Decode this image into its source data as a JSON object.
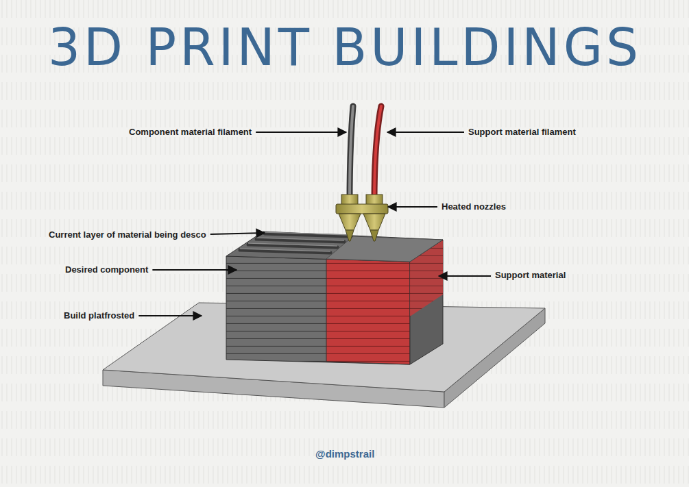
{
  "diagram": {
    "title": "3D PRINT BUILDINGS",
    "labels": [
      "Component material filament",
      "Support material filament",
      "Heated nozzles",
      "Current layer of material being desco",
      "Desired component",
      "Support material",
      "Build platfrosted",
      "@dimpstrail"
    ]
  }
}
